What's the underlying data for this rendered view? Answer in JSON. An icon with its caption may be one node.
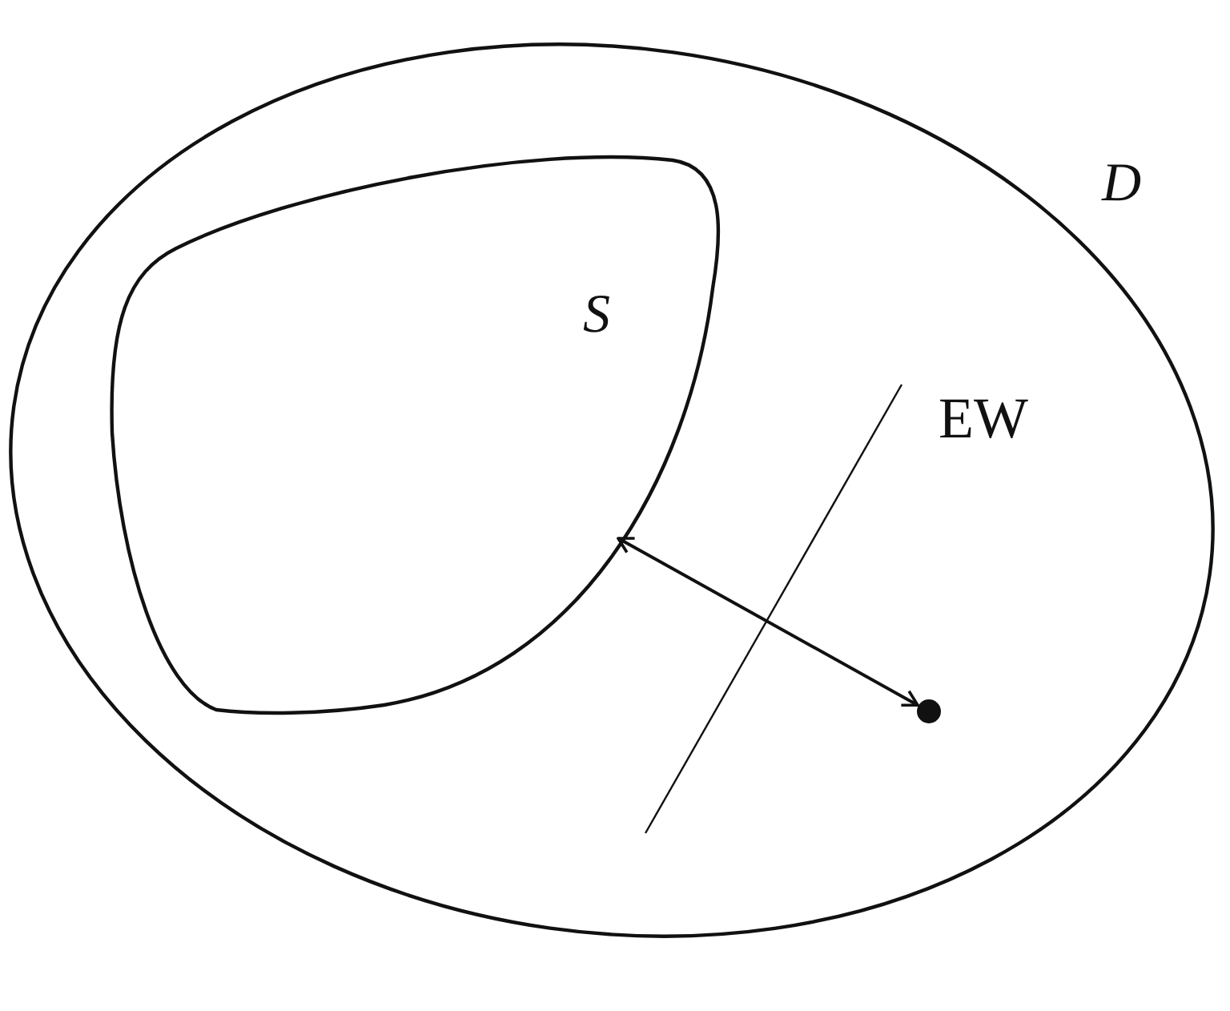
{
  "diagram": {
    "nodes": [
      {
        "text": [
          "D"
        ]
      },
      {
        "text": [
          "S"
        ],
        "in": 0
      },
      {
        "text": [],
        "shape": "circle",
        "in": 0
      }
    ],
    "edges": [
      {
        "from": 2,
        "to": 1,
        "arrow": "both"
      }
    ],
    "labels": [
      "EW"
    ]
  }
}
